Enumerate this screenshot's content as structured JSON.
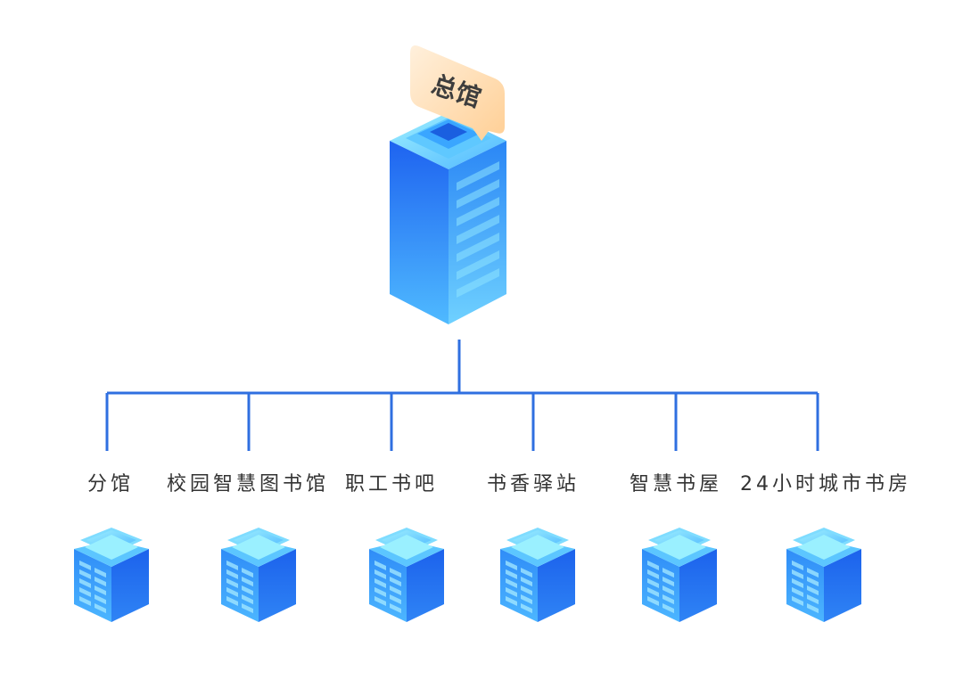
{
  "root": {
    "label": "总馆"
  },
  "branches": [
    {
      "label": "分馆"
    },
    {
      "label": "校园智慧图书馆"
    },
    {
      "label": "职工书吧"
    },
    {
      "label": "书香驿站"
    },
    {
      "label": "智慧书屋"
    },
    {
      "label": "24小时城市书房"
    }
  ],
  "colors": {
    "connector": "#2f6fe0",
    "building_light": "#6fd4ff",
    "building_dark": "#1e66ee",
    "bubble": "#ffd9a8",
    "label_text": "#333333"
  },
  "icons": {
    "root": "tall-building-icon",
    "branch": "small-building-icon",
    "tag": "speech-bubble-icon"
  }
}
